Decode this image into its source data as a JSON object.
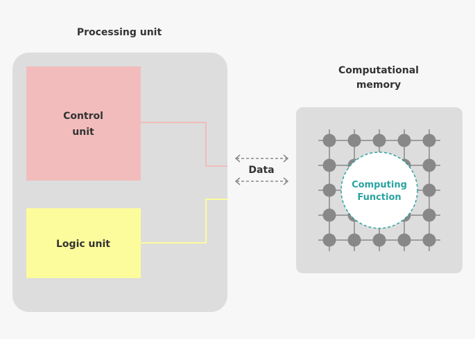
{
  "processing_unit": {
    "title": "Processing unit",
    "control_unit": {
      "line1": "Control",
      "line2": "unit",
      "color": "#f2bcbc"
    },
    "logic_unit": {
      "label": "Logic unit",
      "color": "#fcfc9c"
    }
  },
  "data_link": {
    "label": "Data"
  },
  "computational_memory": {
    "title_line1": "Computational",
    "title_line2": "memory",
    "computing_function": {
      "line1": "Computing",
      "line2": "Function",
      "color": "#2aa3a0"
    },
    "grid": {
      "rows": 5,
      "cols": 5
    }
  },
  "colors": {
    "panel": "#dddddd",
    "node": "#888888",
    "text": "#333333",
    "arrow": "#888888"
  }
}
